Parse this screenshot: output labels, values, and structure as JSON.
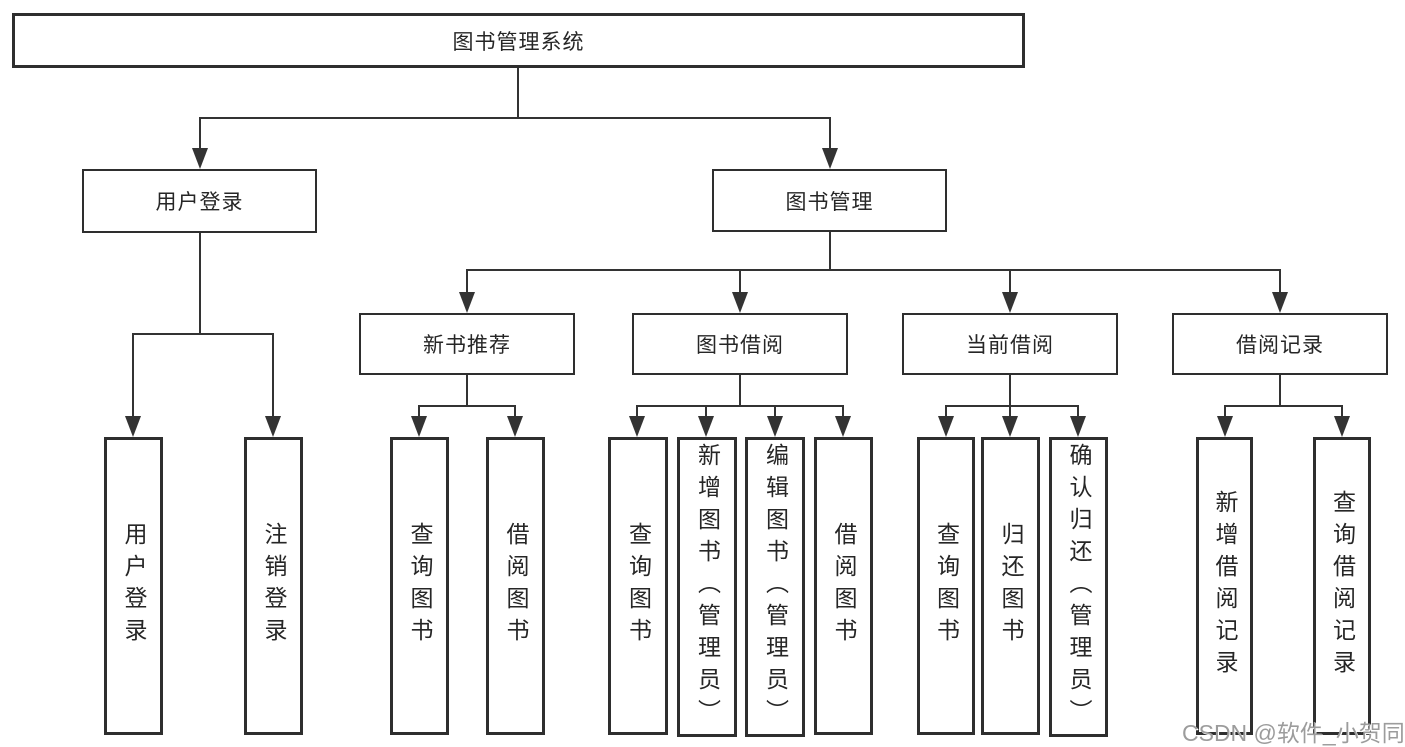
{
  "tree": {
    "root": "图书管理系统",
    "children": [
      {
        "label": "用户登录",
        "children": [
          "用户登录",
          "注销登录"
        ]
      },
      {
        "label": "图书管理",
        "children": [
          {
            "label": "新书推荐",
            "children": [
              "查询图书",
              "借阅图书"
            ]
          },
          {
            "label": "图书借阅",
            "children": [
              "查询图书",
              "新增图书（管理员）",
              "编辑图书（管理员）",
              "借阅图书"
            ]
          },
          {
            "label": "当前借阅",
            "children": [
              "查询图书",
              "归还图书",
              "确认归还（管理员）"
            ]
          },
          {
            "label": "借阅记录",
            "children": [
              "新增借阅记录",
              "查询借阅记录"
            ]
          }
        ]
      }
    ]
  },
  "watermark": {
    "text": "CSDN @软件_小贺同学",
    "color": "#9c9c9c"
  },
  "colors": {
    "line": "#333333",
    "border": "#2e2e2e",
    "text": "#262626",
    "background": "#ffffff"
  }
}
